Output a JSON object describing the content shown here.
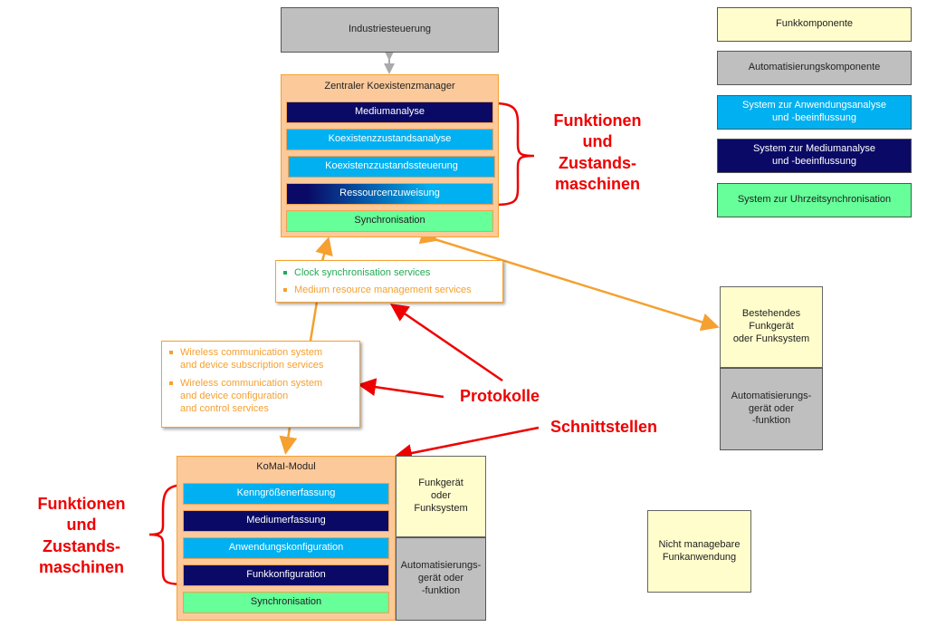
{
  "top_controller": {
    "label": "Industriesteuerung"
  },
  "central_manager": {
    "title": "Zentraler Koexistenzmanager",
    "functions": [
      {
        "label": "Mediumanalyse",
        "kind": "medium"
      },
      {
        "label": "Koexistenzzustandsanalyse",
        "kind": "application"
      },
      {
        "label": "Koexistenzzustandssteuerung",
        "kind": "application"
      },
      {
        "label": "Ressourcenzuweisung",
        "kind": "mixed"
      },
      {
        "label": "Synchronisation",
        "kind": "sync"
      }
    ]
  },
  "annotations": {
    "functions_top": [
      "Funktionen",
      "und",
      "Zustands-",
      "maschinen"
    ],
    "functions_bottom": [
      "Funktionen",
      "und",
      "Zustands-",
      "maschinen"
    ],
    "protocols": "Protokolle",
    "interfaces": "Schnittstellen"
  },
  "services_upper": [
    {
      "label": "Clock synchronisation services",
      "color": "#22aa55"
    },
    {
      "label": "Medium resource management services",
      "color": "#f5a030"
    }
  ],
  "services_lower": [
    {
      "label": "Wireless communication system and device subscription services",
      "lines": [
        "Wireless communication system",
        "and device subscription services"
      ]
    },
    {
      "label": "Wireless communication system and device configuration and control services",
      "lines": [
        "Wireless communication system",
        "and device configuration",
        "and control services"
      ]
    }
  ],
  "komal_module": {
    "title": "KoMaI-Modul",
    "functions": [
      {
        "label": "Kenngrößenerfassung",
        "kind": "application"
      },
      {
        "label": "Mediumerfassung",
        "kind": "medium"
      },
      {
        "label": "Anwendungskonfiguration",
        "kind": "application"
      },
      {
        "label": "Funkkonfiguration",
        "kind": "medium"
      },
      {
        "label": "Synchronisation",
        "kind": "sync"
      }
    ],
    "radio_device": [
      "Funkgerät",
      "oder",
      "Funksystem"
    ],
    "automation_device": [
      "Automatisierungs-",
      "gerät oder",
      "-funktion"
    ]
  },
  "existing_device": {
    "radio": [
      "Bestehendes",
      "Funkgerät",
      "oder Funksystem"
    ],
    "automation": [
      "Automatisierungs-",
      "gerät oder",
      "-funktion"
    ]
  },
  "unmanaged": {
    "lines": [
      "Nicht managebare",
      "Funkanwendung"
    ]
  },
  "legend": [
    {
      "label": "Funkkomponente",
      "lines": [
        "Funkkomponente"
      ],
      "color": "#fffdcc"
    },
    {
      "label": "Automatisierungskomponente",
      "lines": [
        "Automatisierungskomponente"
      ],
      "color": "#bfbfbf"
    },
    {
      "label": "System zur Anwendungsanalyse und -beeinflussung",
      "lines": [
        "System zur Anwendungsanalyse",
        "und -beeinflussung"
      ],
      "color": "#00b0f0"
    },
    {
      "label": "System zur Mediumanalyse und -beeinflussung",
      "lines": [
        "System zur Mediumanalyse",
        "und -beeinflussung"
      ],
      "color": "#0a0a66"
    },
    {
      "label": "System zur Uhrzeitsynchronisation",
      "lines": [
        "System zur Uhrzeitsynchronisation"
      ],
      "color": "#66ff99"
    }
  ]
}
